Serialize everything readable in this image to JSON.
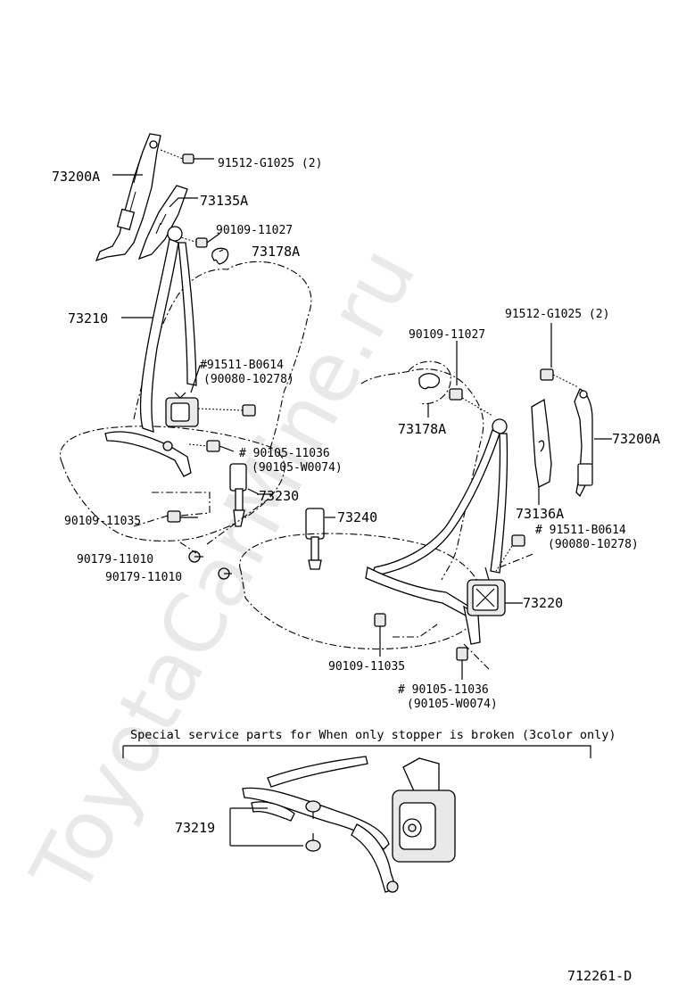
{
  "watermark": "ToyotaCarMine.ru",
  "labels": {
    "l_73200A_left": "73200A",
    "l_91512_left": "91512-G1025 (2)",
    "l_73135A": "73135A",
    "l_90109_11027_left": "90109-11027",
    "l_73178A_left": "73178A",
    "l_73210": "73210",
    "l_91511_left": "#91511-B0614",
    "l_90080_left": "(90080-10278)",
    "l_90105_left": "# 90105-11036",
    "l_90105W_left": "(90105-W0074)",
    "l_73230": "73230",
    "l_90109_11035_left": "90109-11035",
    "l_90179_a": "90179-11010",
    "l_90179_b": "90179-11010",
    "l_73240": "73240",
    "l_91512_right": "91512-G1025 (2)",
    "l_90109_11027_right": "90109-11027",
    "l_73178A_right": "73178A",
    "l_73200A_right": "73200A",
    "l_73136A": "73136A",
    "l_91511_right": "# 91511-B0614",
    "l_90080_right": "(90080-10278)",
    "l_73220": "73220",
    "l_90109_11035_right": "90109-11035",
    "l_90105_right": "# 90105-11036",
    "l_90105W_right": "(90105-W0074)",
    "l_special": "Special service parts for When only stopper is broken (3color only)",
    "l_73219": "73219",
    "l_code": "712261-D"
  }
}
